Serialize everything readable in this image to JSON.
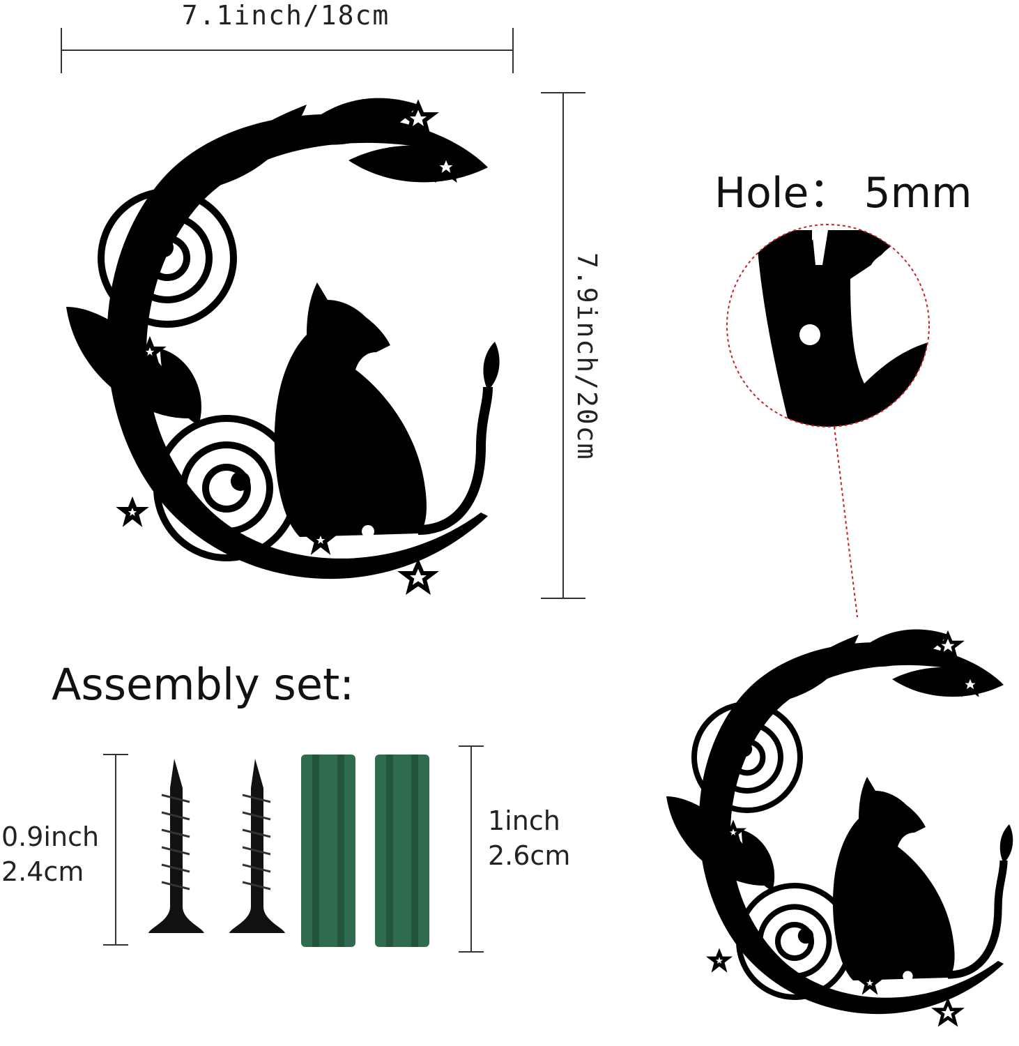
{
  "dimensions": {
    "width": "7.1inch/18cm",
    "height": "7.9inch/20cm"
  },
  "hole": {
    "label": "Hole： 5mm"
  },
  "assembly": {
    "title": "Assembly set:",
    "screw_length_inch": "0.9inch",
    "screw_length_cm": "2.4cm",
    "anchor_length_inch": "1inch",
    "anchor_length_cm": "2.6cm",
    "screw_count": 2,
    "anchor_count": 2
  },
  "colors": {
    "metal": "#000000",
    "anchor": "#2f6b4e",
    "anchor_dark": "#23543c",
    "zoom_border": "#cc2222"
  },
  "icons": [
    "cat-moon-sign-icon",
    "screw-icon",
    "wall-anchor-icon"
  ]
}
